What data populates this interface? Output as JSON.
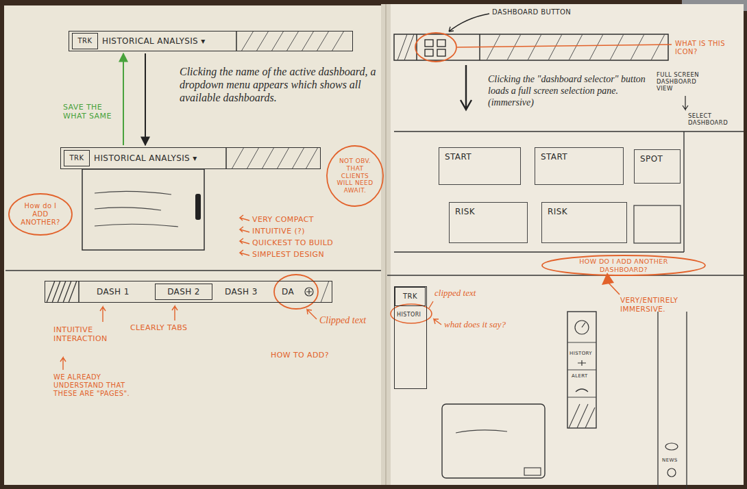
{
  "diagram": {
    "nodes": [
      {
        "text": [
          "HISTORICAL ANALYSIS ▾"
        ]
      },
      {
        "text": [
          "TRK"
        ],
        "in": 0
      },
      {
        "text": [
          "HISTORICAL ANALYSIS ▾"
        ]
      },
      {
        "text": [
          "TRK"
        ],
        "in": 2
      },
      {
        "text": [
          "How do I ADD ANOTHER?"
        ]
      },
      {
        "text": [
          "NOT OBV. THAT CLIENTS WILL NEED AWAIT."
        ]
      },
      {
        "text": [
          "DASH 1",
          "DASH 3",
          "DA"
        ]
      },
      {
        "text": [
          "DASH 2"
        ],
        "in": 6
      },
      {
        "text": [
          "START"
        ]
      },
      {
        "text": [
          "START"
        ]
      },
      {
        "text": [
          "SPOT"
        ]
      },
      {
        "text": [
          "RISK"
        ]
      },
      {
        "text": [
          "RISK"
        ]
      },
      {
        "text": [
          "HOW DO I ADD ANOTHER DASHBOARD?"
        ]
      },
      {
        "text": [
          "HISTORI"
        ]
      },
      {
        "text": [
          "TRK"
        ],
        "in": 14
      }
    ],
    "edges": [
      {
        "from": 0,
        "to": 2,
        "arrow": "to"
      },
      {
        "from": 2,
        "to": 0,
        "arrow": "to"
      }
    ],
    "labels": [
      "Clicking the name of the active dashboard, a dropdown menu appears which shows all available dashboards.",
      "SAVE THE WHAT SAME",
      "VERY COMPACT",
      "INTUITIVE (?)",
      "QUICKEST TO BUILD",
      "SIMPLEST DESIGN",
      "CLEARLY TABS",
      "INTUITIVE INTERACTION",
      "WE ALREADY UNDERSTAND THAT THESE ARE \"PAGES\".",
      "Clipped text",
      "HOW TO ADD?",
      "DASHBOARD BUTTON",
      "WHAT IS THIS ICON?",
      "Clicking the \"dashboard selector\" button loads a full screen selection pane. (immersive)",
      "FULL SCREEN DASHBOARD VIEW",
      "SELECT DASHBOARD",
      "VERY/ENTIRELY IMMERSIVE.",
      "clipped text",
      "what does it say?",
      "HISTORY",
      "ALERT",
      "NEWS"
    ]
  }
}
